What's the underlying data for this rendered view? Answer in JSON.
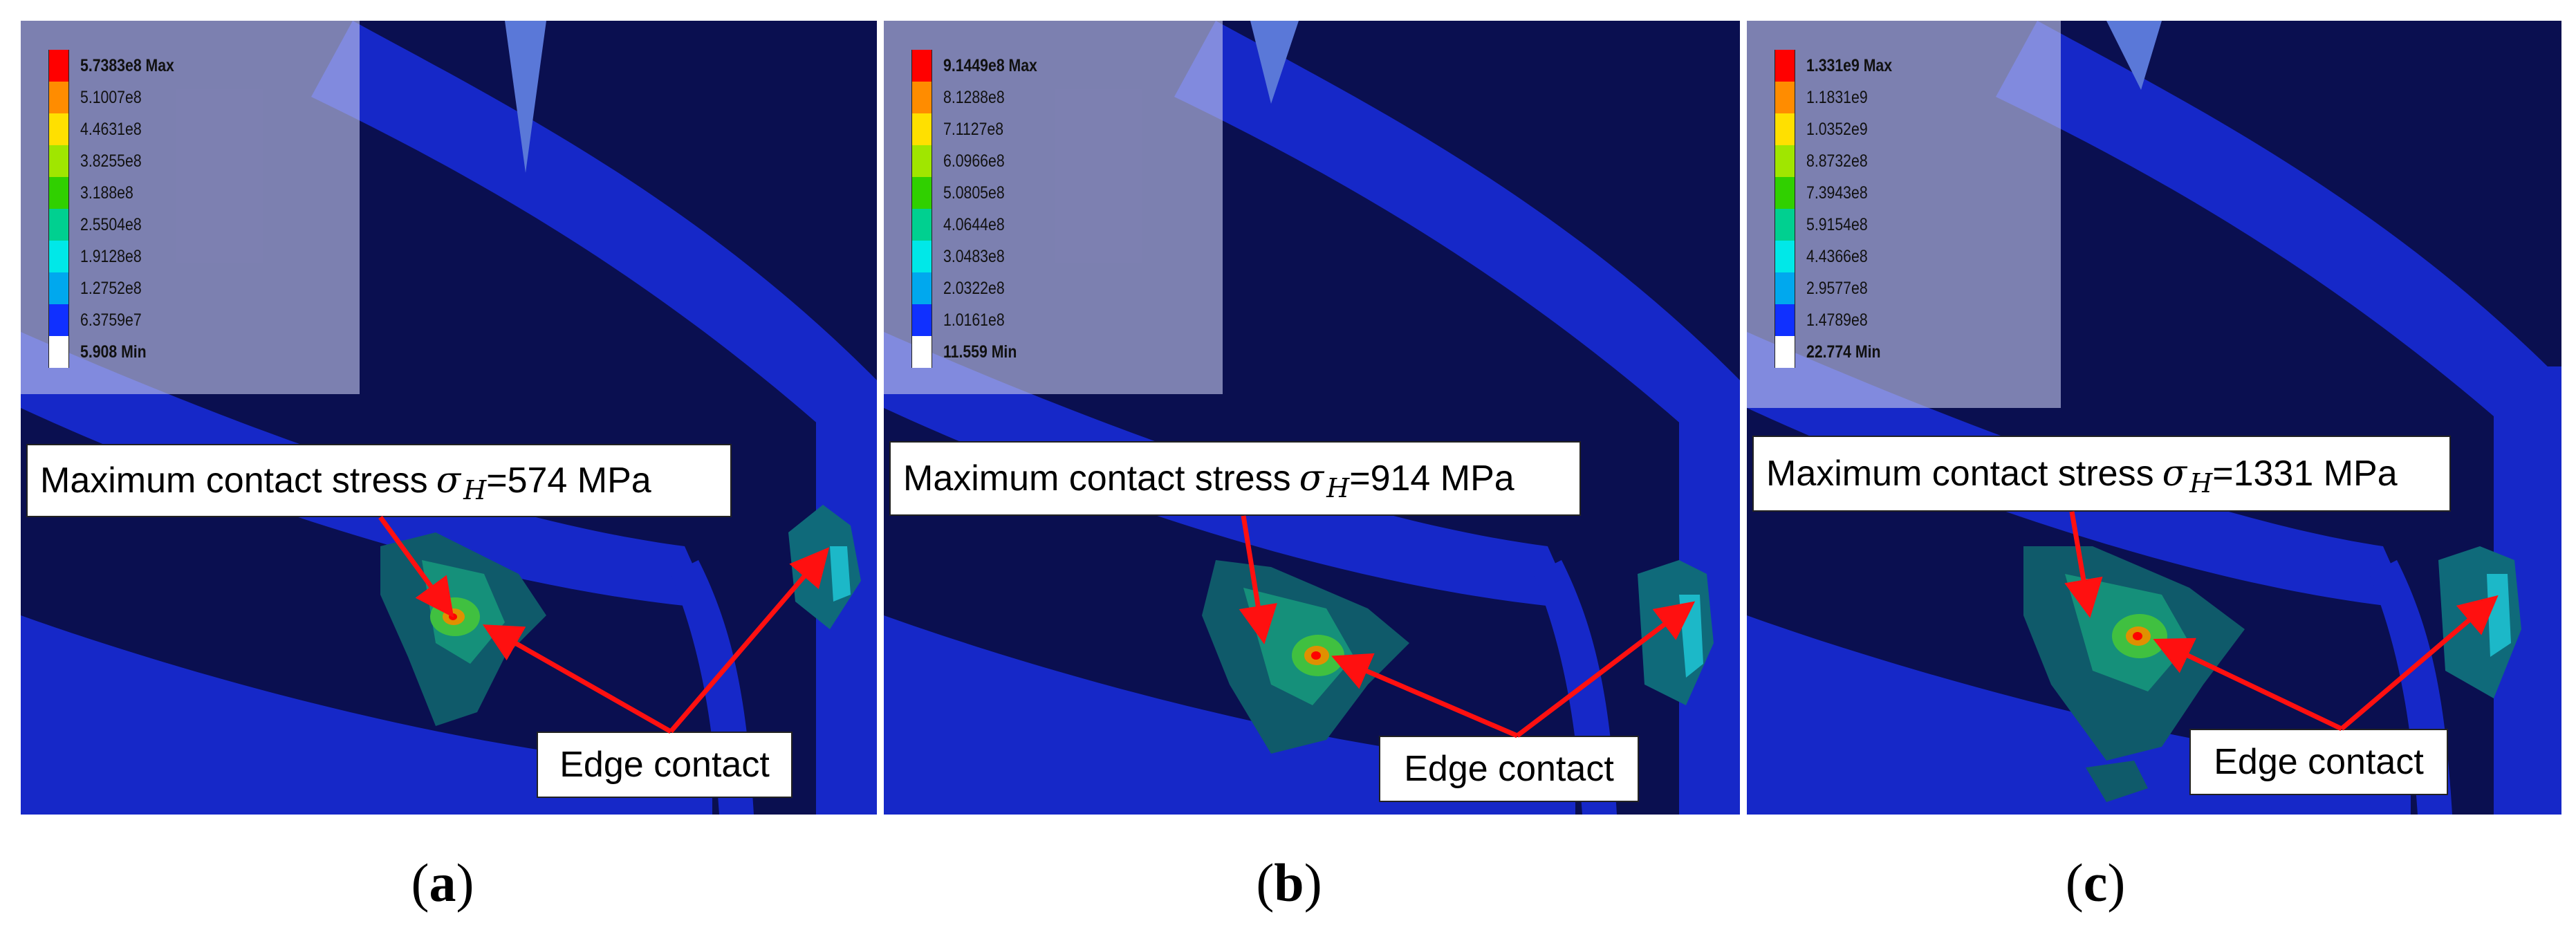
{
  "legend_colors": [
    "#ff0000",
    "#ff8c00",
    "#ffe000",
    "#a0e600",
    "#30d000",
    "#00d090",
    "#00e8e8",
    "#00a8ee",
    "#1030ff",
    "#ffffff"
  ],
  "background_color": "#0a0f50",
  "rim_color": "#1628c8",
  "panels": [
    {
      "label": "a",
      "legend": [
        "5.7383e8 Max",
        "5.1007e8",
        "4.4631e8",
        "3.8255e8",
        "3.188e8",
        "2.5504e8",
        "1.9128e8",
        "1.2752e8",
        "6.3759e7",
        "5.908 Min"
      ],
      "callout_prefix": "Maximum contact stress",
      "sigma": "σ",
      "subscript": "H",
      "callout_value": "=574 MPa",
      "edge_label": "Edge contact"
    },
    {
      "label": "b",
      "legend": [
        "9.1449e8 Max",
        "8.1288e8",
        "7.1127e8",
        "6.0966e8",
        "5.0805e8",
        "4.0644e8",
        "3.0483e8",
        "2.0322e8",
        "1.0161e8",
        "11.559 Min"
      ],
      "callout_prefix": "Maximum contact stress",
      "sigma": "σ",
      "subscript": "H",
      "callout_value": "=914 MPa",
      "edge_label": "Edge contact"
    },
    {
      "label": "c",
      "legend": [
        "1.331e9 Max",
        "1.1831e9",
        "1.0352e9",
        "8.8732e8",
        "7.3943e8",
        "5.9154e8",
        "4.4366e8",
        "2.9577e8",
        "1.4789e8",
        "22.774 Min"
      ],
      "callout_prefix": "Maximum contact stress",
      "sigma": "σ",
      "subscript": "H",
      "callout_value": "=1331 MPa",
      "edge_label": "Edge contact"
    }
  ]
}
